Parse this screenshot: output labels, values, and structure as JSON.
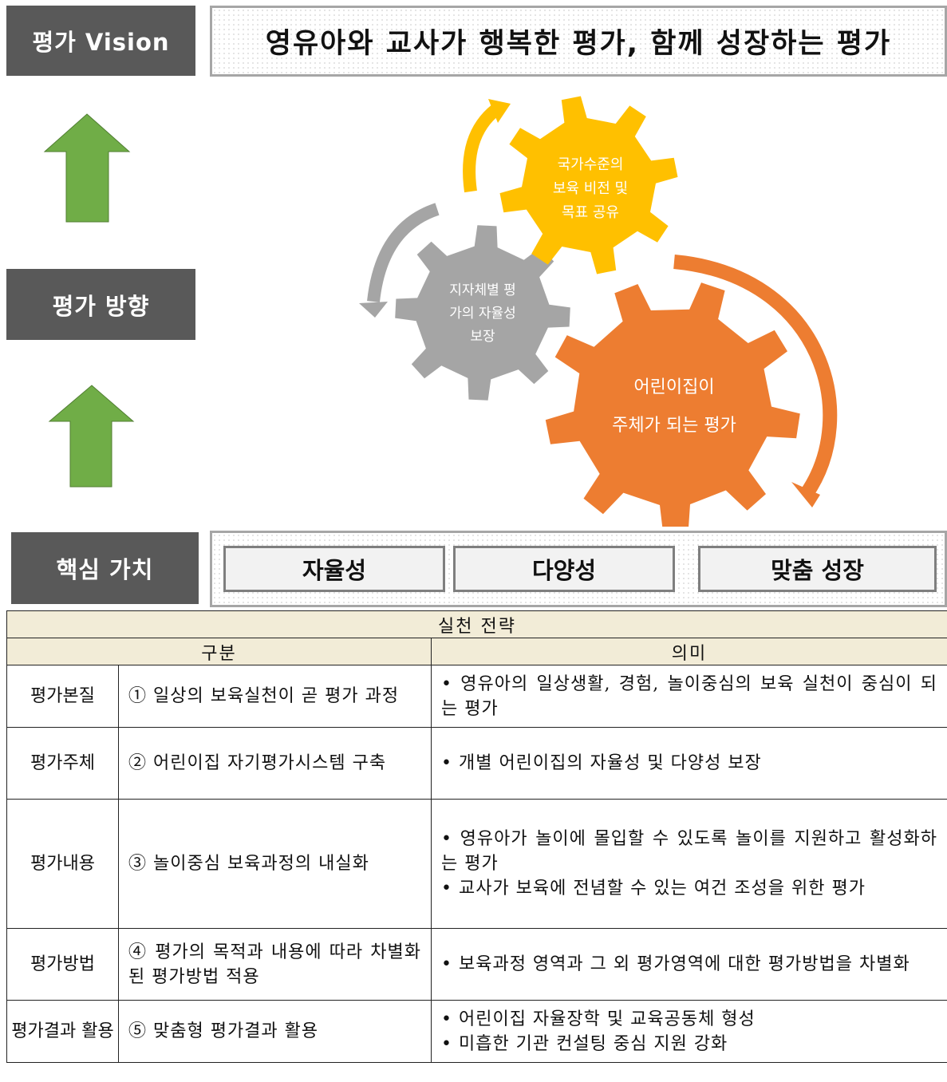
{
  "vision": {
    "label": "평가 Vision",
    "text": "영유아와 교사가 행복한 평가, 함께 성장하는 평가"
  },
  "direction": {
    "label": "평가 방향",
    "gears": {
      "yellow": {
        "line1": "국가수준의",
        "line2": "보육 비전 및",
        "line3": "목표 공유",
        "color": "#ffc000"
      },
      "gray": {
        "line1": "지자체별 평",
        "line2": "가의 자율성",
        "line3": "보장",
        "color": "#a5a5a5"
      },
      "orange": {
        "line1": "어린이집이",
        "line2": "주체가 되는 평가",
        "color": "#ed7d31"
      }
    },
    "arrow_color": "#70ad47"
  },
  "core_values": {
    "label": "핵심 가치",
    "items": [
      "자율성",
      "다양성",
      "맞춤 성장"
    ]
  },
  "strategy": {
    "title": "실천 전략",
    "headers": {
      "category": "구분",
      "meaning": "의미"
    },
    "rows": [
      {
        "category": "평가본질",
        "item": "① 일상의 보육실천이 곧 평가 과정",
        "meanings": [
          "• 영유아의 일상생활, 경험, 놀이중심의 보육 실천이 중심이 되는 평가"
        ]
      },
      {
        "category": "평가주체",
        "item": "② 어린이집 자기평가시스템 구축",
        "meanings": [
          "• 개별 어린이집의 자율성 및 다양성 보장"
        ]
      },
      {
        "category": "평가내용",
        "item": "③ 놀이중심 보육과정의 내실화",
        "meanings": [
          "• 영유아가 놀이에 몰입할 수 있도록 놀이를 지원하고 활성화하는 평가",
          "• 교사가 보육에 전념할 수 있는 여건 조성을 위한 평가"
        ]
      },
      {
        "category": "평가방법",
        "item": "④ 평가의 목적과 내용에 따라 차별화된 평가방법 적용",
        "meanings": [
          "• 보육과정 영역과 그 외 평가영역에 대한 평가방법을 차별화"
        ]
      },
      {
        "category": "평가결과 활용",
        "item": "⑤ 맞춤형 평가결과 활용",
        "meanings": [
          "• 어린이집 자율장학 및 교육공동체 형성",
          "• 미흡한 기관 컨설팅 중심 지원 강화"
        ]
      }
    ]
  }
}
